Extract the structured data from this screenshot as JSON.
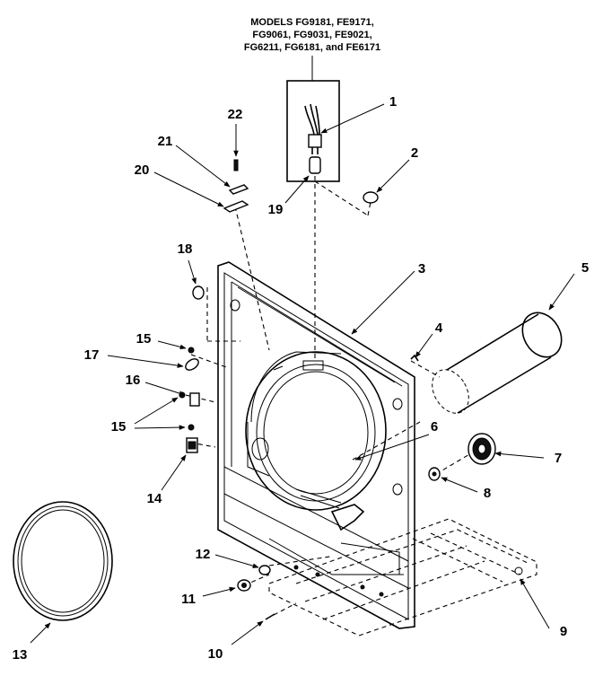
{
  "header": {
    "lines": [
      "MODELS FG9181, FE9171,",
      "FG9061, FG9031, FE9021,",
      "FG6211, FG6181, and FE6171"
    ]
  },
  "callouts": [
    "1",
    "2",
    "3",
    "4",
    "5",
    "6",
    "7",
    "8",
    "9",
    "10",
    "11",
    "12",
    "13",
    "14",
    "15",
    "15",
    "16",
    "17",
    "18",
    "19",
    "20",
    "21",
    "22"
  ]
}
